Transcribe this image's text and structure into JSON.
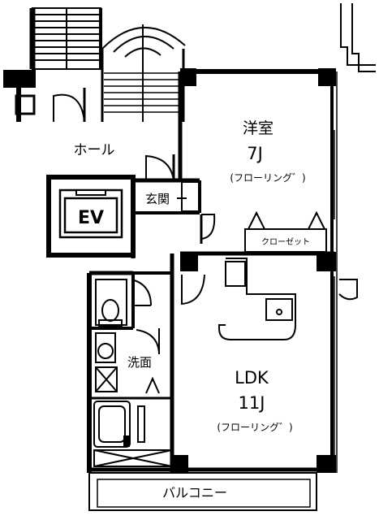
{
  "rooms": {
    "western_room": {
      "name": "洋室",
      "size": "7J",
      "floor": "(フローリング゛)"
    },
    "ldk": {
      "name": "LDK",
      "size": "11J",
      "floor": "(フローリング゛)"
    },
    "hall": {
      "name": "ホール"
    },
    "entrance": {
      "name": "玄関"
    },
    "washroom": {
      "name": "洗面"
    },
    "closet": {
      "name": "クローゼット"
    },
    "balcony": {
      "name": "バルコニー"
    },
    "elevator": {
      "name": "EV"
    }
  }
}
